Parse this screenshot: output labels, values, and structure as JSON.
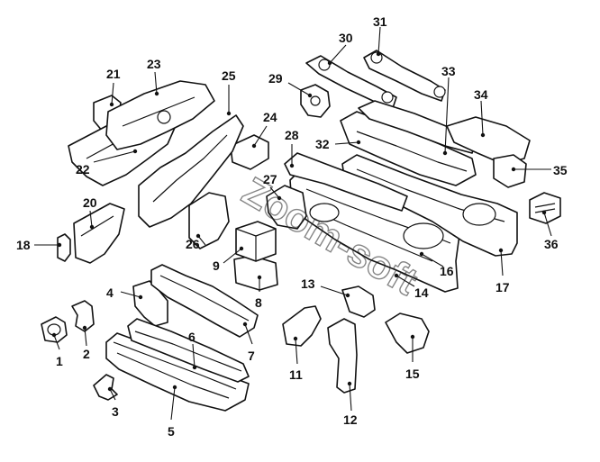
{
  "watermark": "Zoom-soft",
  "callouts": {
    "1": "1",
    "2": "2",
    "3": "3",
    "4": "4",
    "5": "5",
    "6": "6",
    "7": "7",
    "8": "8",
    "9": "9",
    "11": "11",
    "12": "12",
    "13": "13",
    "14": "14",
    "15": "15",
    "16": "16",
    "17": "17",
    "18": "18",
    "20": "20",
    "21": "21",
    "22": "22",
    "23": "23",
    "24": "24",
    "25": "25",
    "26": "26",
    "27": "27",
    "28": "28",
    "29": "29",
    "30": "30",
    "31": "31",
    "32": "32",
    "33": "33",
    "34": "34",
    "35": "35",
    "36": "36"
  },
  "colors": {
    "ink": "#111111",
    "paper": "#ffffff"
  }
}
